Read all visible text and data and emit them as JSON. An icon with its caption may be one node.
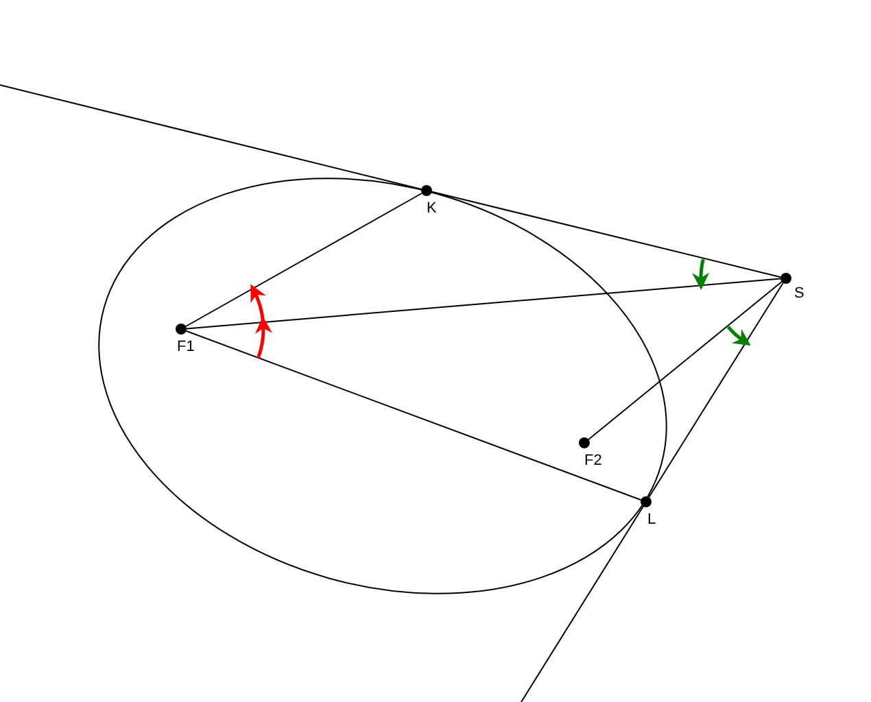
{
  "diagram": {
    "nodes": [
      {
        "text": [],
        "shape": "circle",
        "beside": [
          "F1"
        ]
      },
      {
        "text": [],
        "shape": "circle",
        "beside": [
          "K"
        ]
      },
      {
        "text": [],
        "shape": "circle",
        "beside": [
          "S"
        ]
      },
      {
        "text": [],
        "shape": "circle",
        "beside": [
          "F2"
        ]
      },
      {
        "text": [],
        "shape": "circle",
        "beside": [
          "L"
        ]
      }
    ],
    "edges": [
      {
        "from": 0,
        "to": 1,
        "arrow": "none"
      },
      {
        "from": 0,
        "to": 2,
        "arrow": "none"
      },
      {
        "from": 0,
        "to": 4,
        "arrow": "none"
      },
      {
        "from": 1,
        "to": 2,
        "arrow": "none"
      },
      {
        "from": 2,
        "to": 4,
        "arrow": "none"
      },
      {
        "from": 2,
        "to": 3,
        "arrow": "none"
      },
      {
        "from": null,
        "to": 1,
        "arrow": "none"
      },
      {
        "from": 4,
        "to": null,
        "arrow": "none"
      }
    ]
  }
}
